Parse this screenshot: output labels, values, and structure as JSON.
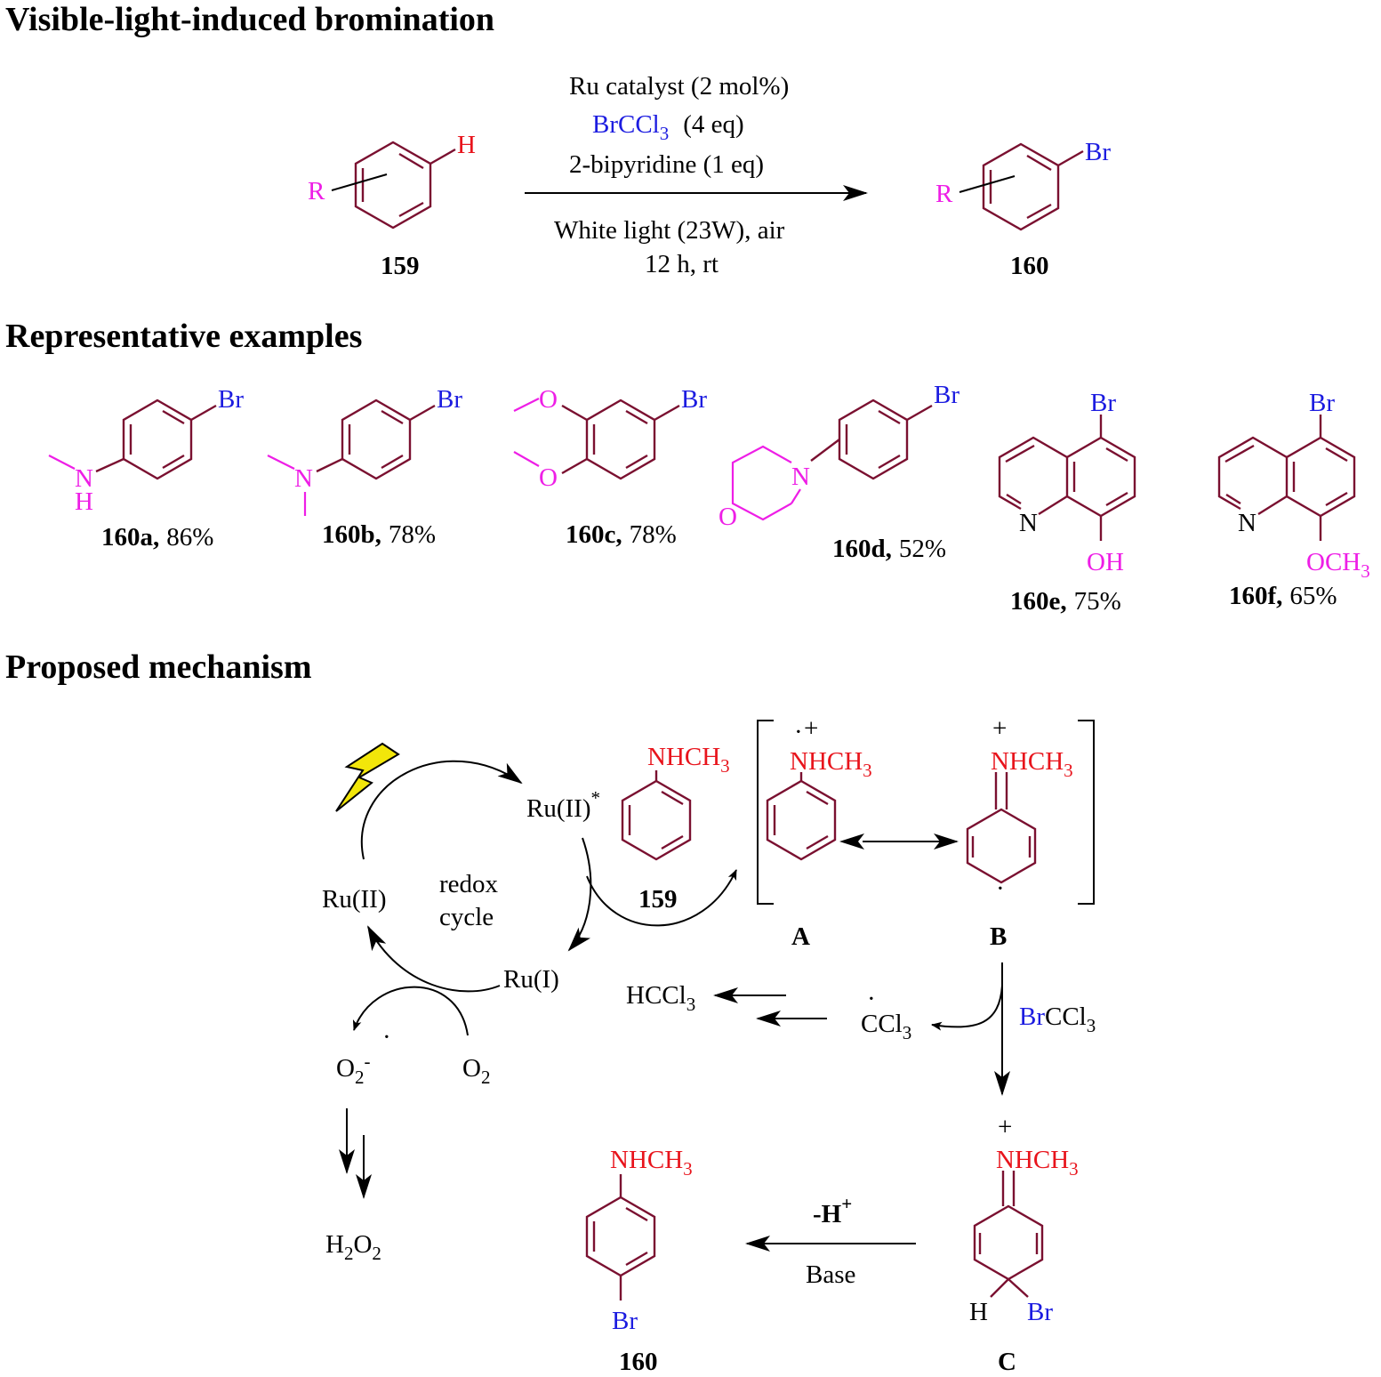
{
  "headings": {
    "section1": "Visible-light-induced bromination",
    "section2": "Representative examples",
    "section3": "Proposed mechanism"
  },
  "reaction": {
    "substituent": "R",
    "substrate_h": "H",
    "product_br": "Br",
    "substrate_label": "159",
    "product_label": "160",
    "cond_catalyst": "Ru catalyst (2 mol%)",
    "cond_reagent_main": "BrCCl",
    "cond_reagent_sub": "3",
    "cond_reagent_eq": "(4 eq)",
    "cond_ligand": "2-bipyridine (1 eq)",
    "cond_light": "White light (23W), air",
    "cond_time": "12 h, rt"
  },
  "examples": [
    {
      "label": "160a,",
      "yield": "86%",
      "br": "Br",
      "n": "N",
      "h": "H"
    },
    {
      "label": "160b,",
      "yield": "78%",
      "br": "Br",
      "n": "N"
    },
    {
      "label": "160c,",
      "yield": "78%",
      "br": "Br",
      "o1": "O",
      "o2": "O"
    },
    {
      "label": "160d,",
      "yield": "52%",
      "br": "Br",
      "n": "N",
      "o": "O"
    },
    {
      "label": "160e,",
      "yield": "75%",
      "br": "Br",
      "n": "N",
      "oh": "OH"
    },
    {
      "label": "160f,",
      "yield": "65%",
      "br": "Br",
      "n": "N",
      "och3_main": "OCH",
      "och3_sub": "3"
    }
  ],
  "mechanism": {
    "ru_excited": "Ru(II)",
    "ru_excited_sup": "*",
    "ru_ii": "Ru(II)",
    "ru_i": "Ru(I)",
    "cycle_line1": "redox",
    "cycle_line2": "cycle",
    "nhch3_main": "NHCH",
    "nhch3_sub": "3",
    "substrate_label": "159",
    "radical_cation_label": "A",
    "resonance_label": "B",
    "intermediate_label": "C",
    "product_label": "160",
    "plus": "+",
    "dot": "·",
    "hccl3_main": "HCCl",
    "hccl3_sub": "3",
    "ccl3_main": "CCl",
    "ccl3_sub": "3",
    "brccl3_br": "Br",
    "brccl3_rest": "CCl",
    "brccl3_sub": "3",
    "o2_main": "O",
    "o2_sub": "2",
    "superoxide_main": "O",
    "superoxide_sub": "2",
    "superoxide_sup": "-",
    "h2o2_h": "H",
    "h2o2_sub1": "2",
    "h2o2_o": "O",
    "h2o2_sub2": "2",
    "deprotonation_main": "-H",
    "deprotonation_sup": "+",
    "base": "Base",
    "h": "H",
    "br": "Br"
  },
  "colors": {
    "ring": "#7a1030",
    "heteroatom_red": "#e8141c",
    "halogen_blue": "#1c1ce0",
    "substituent_magenta": "#ee1ee6",
    "bolt_yellow": "#f2e60a"
  }
}
